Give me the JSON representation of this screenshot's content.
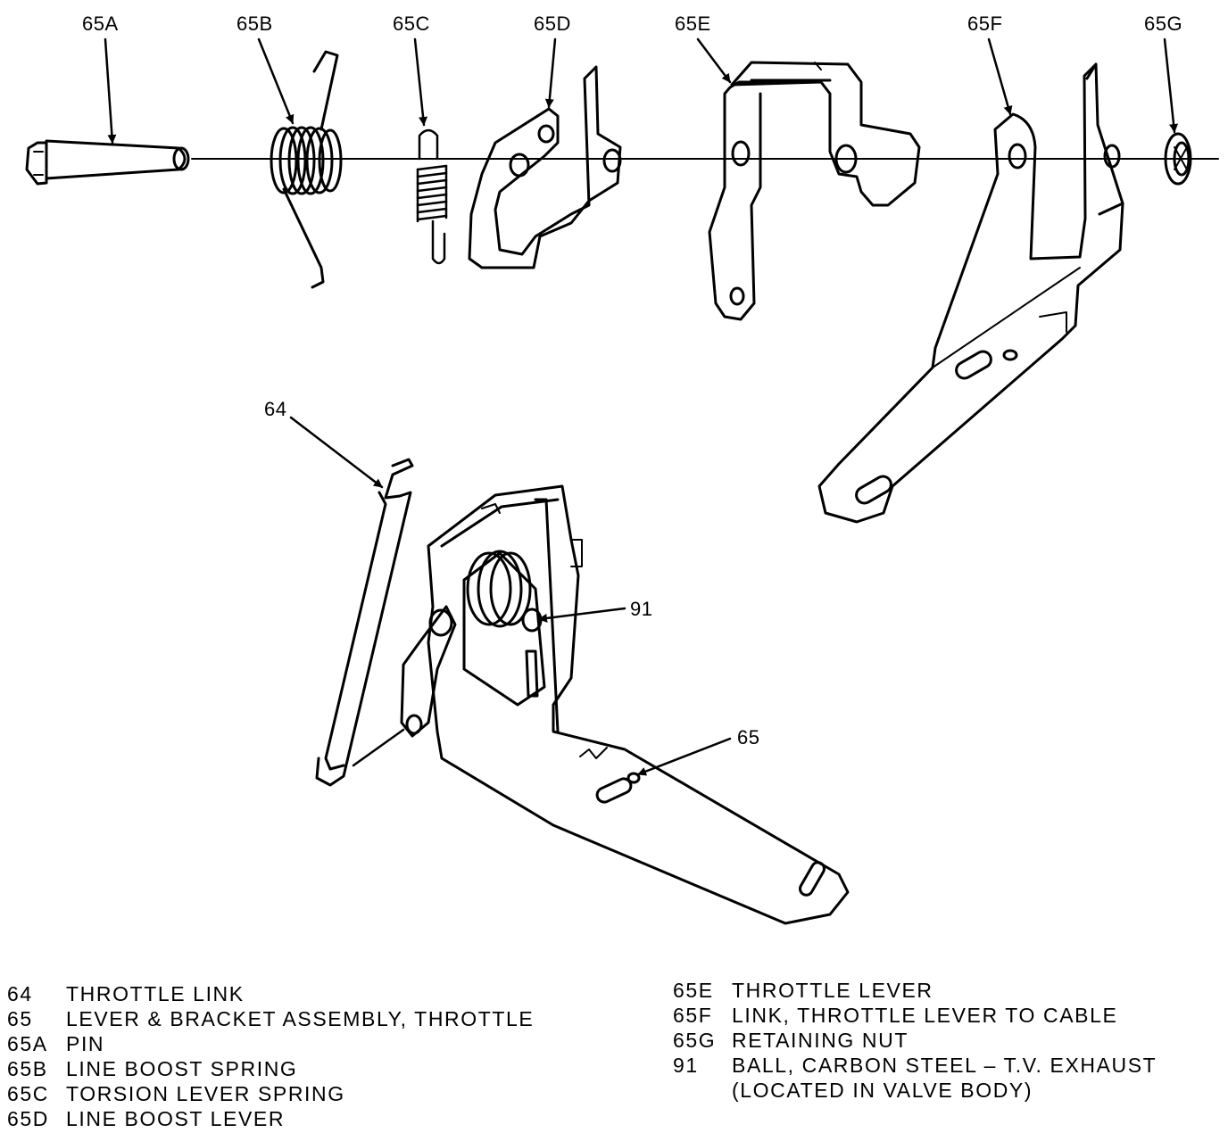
{
  "callouts": {
    "c65A": "65A",
    "c65B": "65B",
    "c65C": "65C",
    "c65D": "65D",
    "c65E": "65E",
    "c65F": "65F",
    "c65G": "65G",
    "c64": "64",
    "c91": "91",
    "c65": "65"
  },
  "legend": {
    "left": [
      {
        "code": "64",
        "text": "THROTTLE LINK"
      },
      {
        "code": "65",
        "text": "LEVER & BRACKET ASSEMBLY, THROTTLE"
      },
      {
        "code": "65A",
        "text": "PIN"
      },
      {
        "code": "65B",
        "text": "LINE BOOST SPRING"
      },
      {
        "code": "65C",
        "text": "TORSION LEVER SPRING"
      },
      {
        "code": "65D",
        "text": "LINE BOOST LEVER"
      }
    ],
    "right": [
      {
        "code": "65E",
        "text": "THROTTLE LEVER"
      },
      {
        "code": "65F",
        "text": "LINK, THROTTLE LEVER TO CABLE"
      },
      {
        "code": "65G",
        "text": "RETAINING NUT"
      },
      {
        "code": "91",
        "text": "BALL, CARBON STEEL – T.V. EXHAUST"
      },
      {
        "code": "",
        "text": "(LOCATED IN VALVE BODY)"
      }
    ]
  }
}
